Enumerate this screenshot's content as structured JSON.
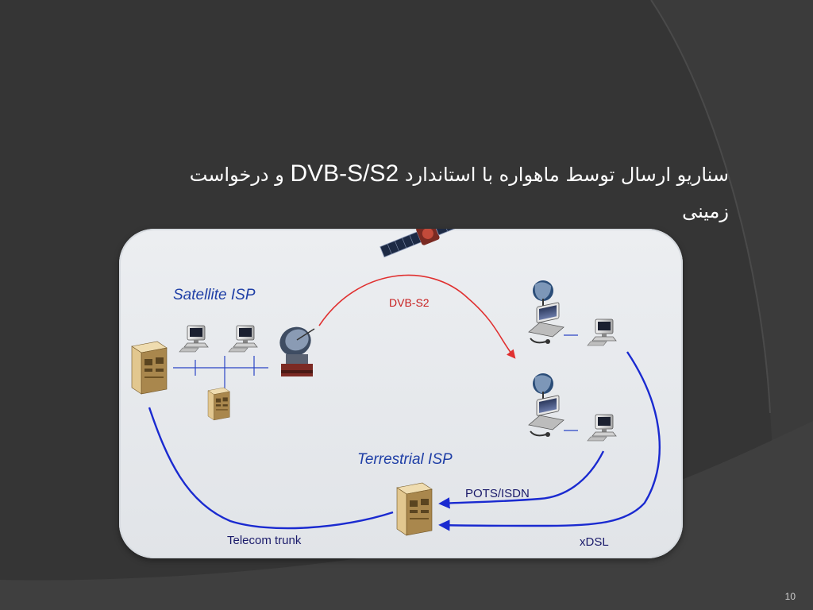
{
  "slide": {
    "title_part1": "سناریو ارسال توسط ماهواره با استاندارد",
    "title_latin": "DVB-S/S2",
    "title_part2": "و درخواست",
    "title_line2": "زمینی",
    "page_number": "10"
  },
  "diagram": {
    "satellite_isp_label": "Satellite ISP",
    "terrestrial_isp_label": "Terrestrial ISP",
    "dvb_label": "DVB-S2",
    "pots_label": "POTS/ISDN",
    "telecom_label": "Telecom trunk",
    "xdsl_label": "xDSL"
  },
  "colors": {
    "background": "#3b3b3b",
    "isp_label": "#1f3fa6",
    "dvb_arrow": "#e03030",
    "link_lines": "#1a2ad0"
  }
}
